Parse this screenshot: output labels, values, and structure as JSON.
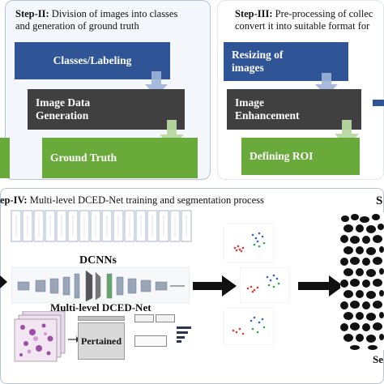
{
  "step2": {
    "title_prefix": "Step-II:",
    "title_text": " Division of images into classes",
    "title_line2": "and generation of ground truth",
    "box1": "Classes/Labeling",
    "box2_line1": "Image Data",
    "box2_line2": "Generation",
    "box3": "Ground Truth"
  },
  "step3": {
    "title_prefix": "Step-III:",
    "title_text": " Pre-processing of collec",
    "title_line2": "convert it into suitable format for",
    "box1_line1": "Resizing of",
    "box1_line2": "images",
    "box2_line1": "Image",
    "box2_line2": "Enhancement",
    "box3": "Defining ROI"
  },
  "step4": {
    "title_prefix": "ep-IV:",
    "title_text": " Multi-level DCED-Net training and segmentation process",
    "dcnns_label": "DCNNs",
    "mldced_label": "Multi-level DCED-Net",
    "pretrained_label": "Pertained",
    "right_title": "S",
    "right_bottom": "Se"
  },
  "colors": {
    "blue": "#2f5597",
    "dark": "#404040",
    "green": "#6aaa3a",
    "arrow_green": "#b8d8a0",
    "arrow_blue": "#9fb4d8",
    "panel_border": "#b8c3d6"
  }
}
